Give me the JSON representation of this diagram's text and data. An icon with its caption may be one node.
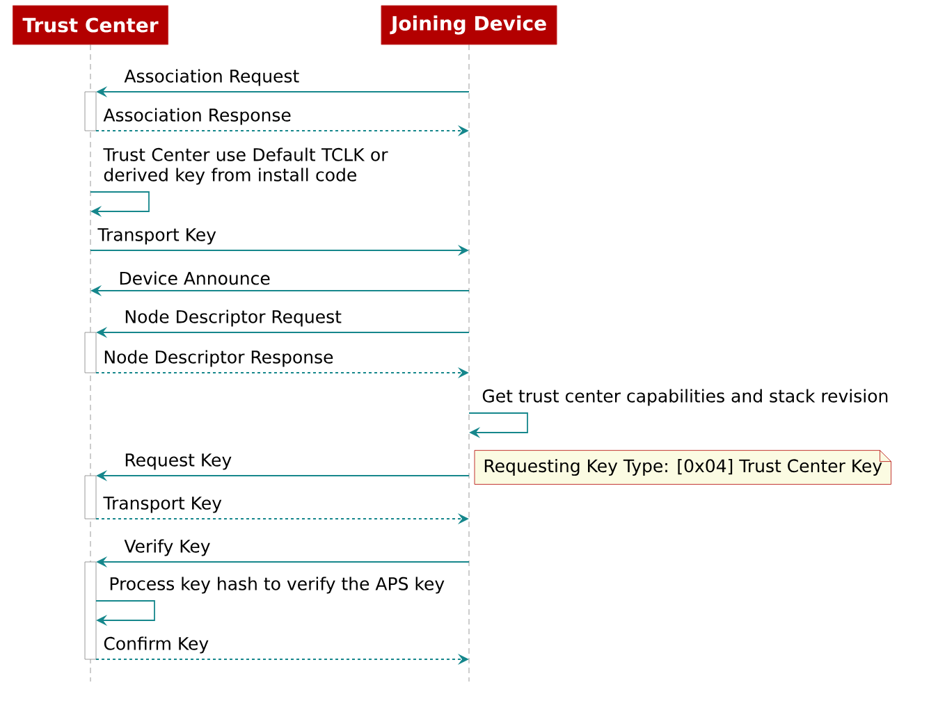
{
  "diagram": {
    "nodes": [
      {
        "text": [
          "Trust Center"
        ]
      },
      {
        "text": [
          "Joining Device"
        ]
      },
      {
        "text": [
          "Requesting Key Type: [0x04] Trust Center Key"
        ]
      }
    ],
    "edges": [
      {
        "from": 1,
        "to": 0,
        "arrow": "to",
        "label": "Association Request"
      },
      {
        "from": 0,
        "to": 1,
        "arrow": "to",
        "label": "Association Response",
        "style": "dashed"
      },
      {
        "from": 0,
        "to": 0,
        "arrow": "to",
        "label": "Trust Center use Default TCLK or derived key from install code"
      },
      {
        "from": 0,
        "to": 1,
        "arrow": "to",
        "label": "Transport Key"
      },
      {
        "from": 1,
        "to": 0,
        "arrow": "to",
        "label": "Device Announce"
      },
      {
        "from": 1,
        "to": 0,
        "arrow": "to",
        "label": "Node Descriptor Request"
      },
      {
        "from": 0,
        "to": 1,
        "arrow": "to",
        "label": "Node Descriptor Response",
        "style": "dashed"
      },
      {
        "from": 1,
        "to": 1,
        "arrow": "to",
        "label": "Get trust center capabilities and stack revision"
      },
      {
        "from": 1,
        "to": 0,
        "arrow": "to",
        "label": "Request Key"
      },
      {
        "from": 0,
        "to": 1,
        "arrow": "to",
        "label": "Transport Key",
        "style": "dashed"
      },
      {
        "from": 1,
        "to": 0,
        "arrow": "to",
        "label": "Verify Key"
      },
      {
        "from": 0,
        "to": 0,
        "arrow": "to",
        "label": "Process key hash to verify the APS key"
      },
      {
        "from": 0,
        "to": 1,
        "arrow": "to",
        "label": "Confirm Key",
        "style": "dashed"
      }
    ]
  }
}
